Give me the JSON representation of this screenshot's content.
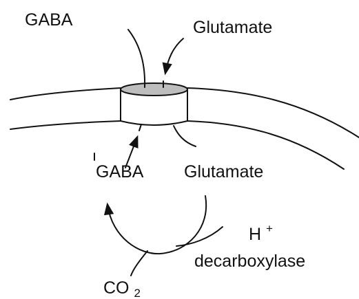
{
  "labels": {
    "gaba_outside": "GABA",
    "glutamate_outside": "Glutamate",
    "gaba_inside": "GABA",
    "glutamate_inside": "Glutamate",
    "proton_base": "H",
    "proton_charge": "+",
    "enzyme": "decarboxylase",
    "co2_base": "CO",
    "co2_subscript": "2"
  },
  "colors": {
    "ink": "#111111",
    "channel_top_fill": "#bdbdbd",
    "background": "#ffffff"
  }
}
